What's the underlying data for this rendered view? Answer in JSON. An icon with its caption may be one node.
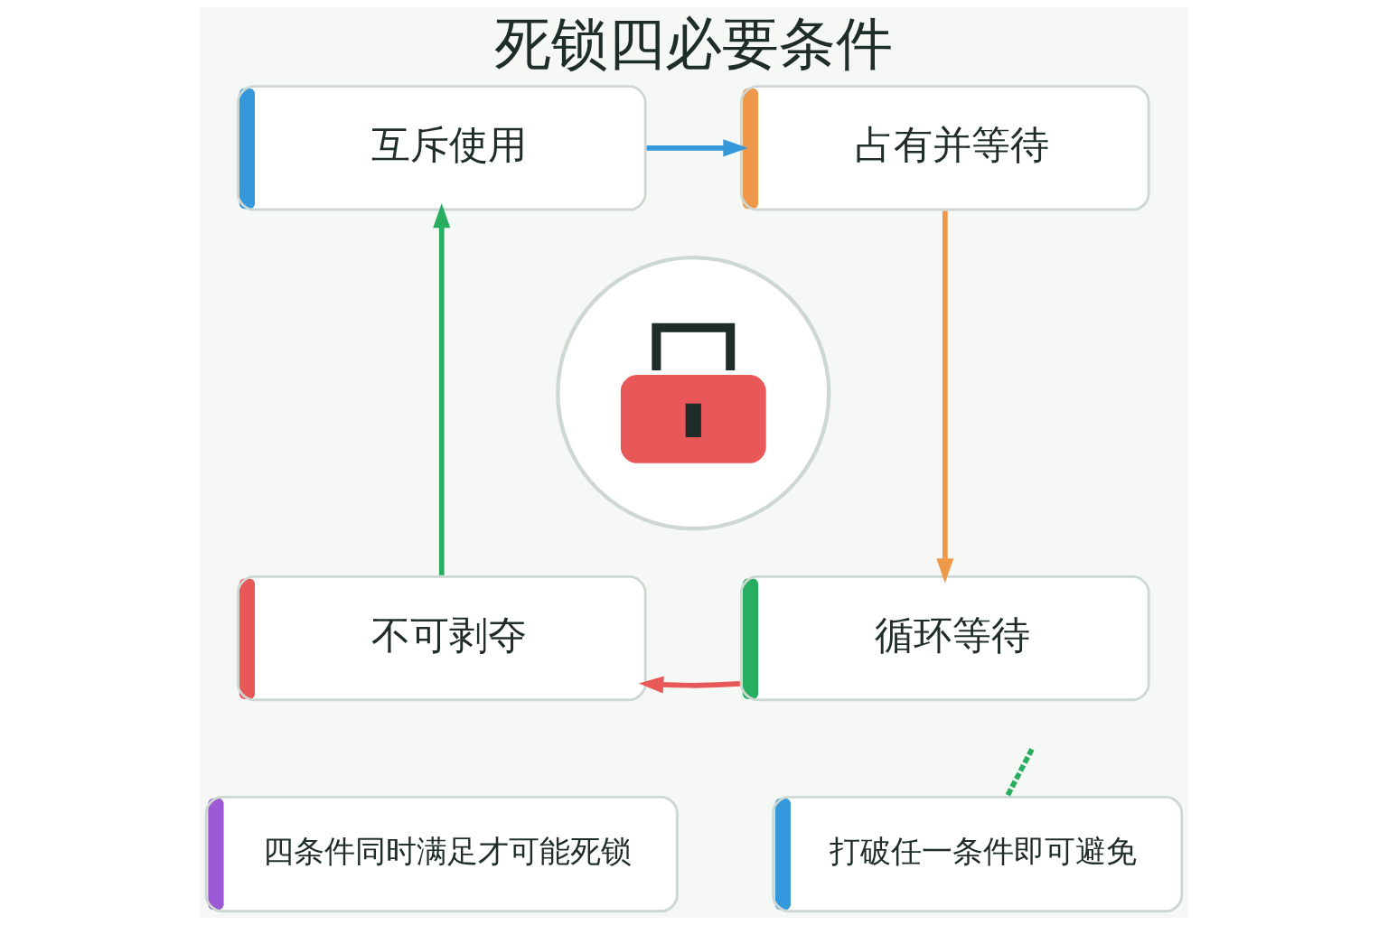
{
  "diagram": {
    "title": "死锁四必要条件",
    "nodes": [
      {
        "text": [
          "互斥使用"
        ]
      },
      {
        "text": [
          "占有并等待"
        ]
      },
      {
        "text": [
          "不可剥夺"
        ]
      },
      {
        "text": [
          "循环等待"
        ]
      },
      {
        "text": [],
        "shape": "circle"
      },
      {
        "text": [
          "四条件同时满足才可能死锁"
        ]
      },
      {
        "text": [
          "打破任一条件即可避免"
        ]
      }
    ],
    "edges": [
      {
        "from": 0,
        "to": 1,
        "arrow": "to",
        "color": "#3498db"
      },
      {
        "from": 1,
        "to": 3,
        "arrow": "to",
        "color": "#f0984a"
      },
      {
        "from": 3,
        "to": 2,
        "arrow": "to",
        "color": "#e85858"
      },
      {
        "from": 2,
        "to": 0,
        "arrow": "to",
        "color": "#27ae60"
      },
      {
        "from": null,
        "to": 6,
        "arrow": "none",
        "style": "dashed",
        "color": "#27ae60"
      }
    ]
  }
}
